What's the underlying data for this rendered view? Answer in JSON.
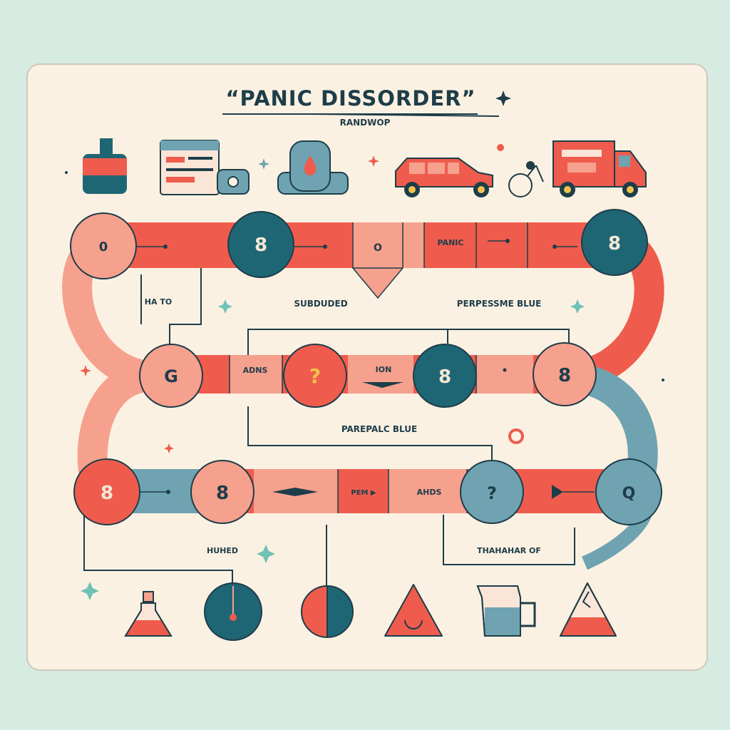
{
  "title": "“PANIC DISSORDER”",
  "subtitle": "RANDWOP",
  "colors": {
    "background": "#d6ebe1",
    "card": "#fbf1e2",
    "coral": "#ef5c4d",
    "salmon": "#f6a08e",
    "teal": "#1f6675",
    "slate": "#6fa3b1",
    "ink": "#1d3d49",
    "gold": "#f2c24d"
  },
  "top_icons": [
    "bottle-icon",
    "browser-window-icon",
    "drop-badge-icon",
    "car-icon",
    "key-icon",
    "truck-icon"
  ],
  "bottom_icons": [
    "flask-icon",
    "gauge-icon",
    "half-circle-icon",
    "drop-icon",
    "pitcher-icon",
    "cracked-triangle-icon"
  ],
  "row1": {
    "nodes": [
      "0",
      "8",
      "8"
    ],
    "labels": [
      "PANIC"
    ],
    "markers": [
      "O"
    ]
  },
  "row2": {
    "nodes": [
      "G",
      "?",
      "8",
      "8"
    ],
    "labels": [
      "ADNS",
      "ION"
    ]
  },
  "row3": {
    "nodes": [
      "8",
      "8",
      "?",
      "Q"
    ],
    "labels": [
      "PEM ▶",
      "AHDS"
    ]
  },
  "captions": {
    "c1": "HA TO",
    "c2": "SUBDUDED",
    "c3": "PERPESSME BLUE",
    "c4": "PAREPALC BLUE",
    "c5": "HUHED",
    "c6": "THAHAHAR OF"
  }
}
